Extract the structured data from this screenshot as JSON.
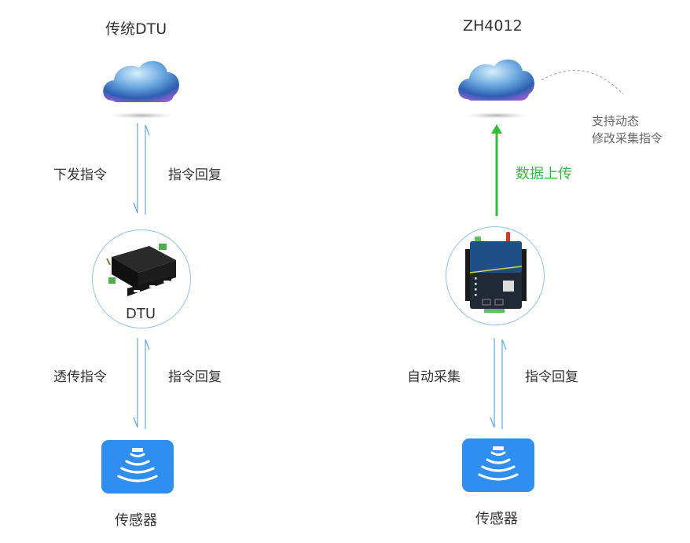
{
  "left": {
    "title": "传统DTU",
    "top_down_label": "下发指令",
    "top_up_label": "指令回复",
    "device_label": "DTU",
    "bottom_down_label": "透传指令",
    "bottom_up_label": "指令回复",
    "sensor_label": "传感器"
  },
  "right": {
    "title": "ZH4012",
    "note_line1": "支持动态",
    "note_line2": "修改采集指令",
    "upload_label": "数据上传",
    "bottom_down_label": "自动采集",
    "bottom_up_label": "指令回复",
    "sensor_label": "传感器"
  },
  "colors": {
    "arrow_blue": "#5aa9ee",
    "arrow_green": "#2ec03a",
    "sensor_blue": "#2f8ff0",
    "circle_border": "#8fc1ef"
  }
}
